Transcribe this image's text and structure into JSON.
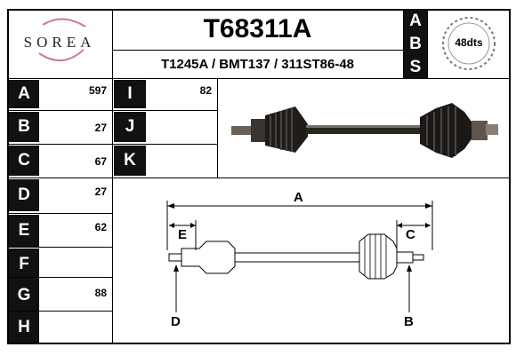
{
  "brand": {
    "name": "SOREA"
  },
  "header": {
    "part_number": "T68311A",
    "cross_refs": "T1245A / BMT137 / 311ST86-48",
    "abs_letters": [
      "A",
      "B",
      "S"
    ],
    "teeth": "48dts"
  },
  "specs_left": [
    {
      "letter": "A",
      "value": "597"
    },
    {
      "letter": "B",
      "value": "27"
    },
    {
      "letter": "C",
      "value": "67"
    },
    {
      "letter": "D",
      "value": "27"
    },
    {
      "letter": "E",
      "value": "62"
    },
    {
      "letter": "F",
      "value": ""
    },
    {
      "letter": "G",
      "value": "88"
    },
    {
      "letter": "H",
      "value": ""
    }
  ],
  "specs_mid": [
    {
      "letter": "I",
      "value": "82"
    },
    {
      "letter": "J",
      "value": ""
    },
    {
      "letter": "K",
      "value": ""
    }
  ],
  "diagram": {
    "label_a": "A",
    "label_b": "B",
    "label_c": "C",
    "label_d": "D",
    "label_e": "E"
  },
  "colors": {
    "cell_dark": "#111111",
    "border": "#000000"
  }
}
